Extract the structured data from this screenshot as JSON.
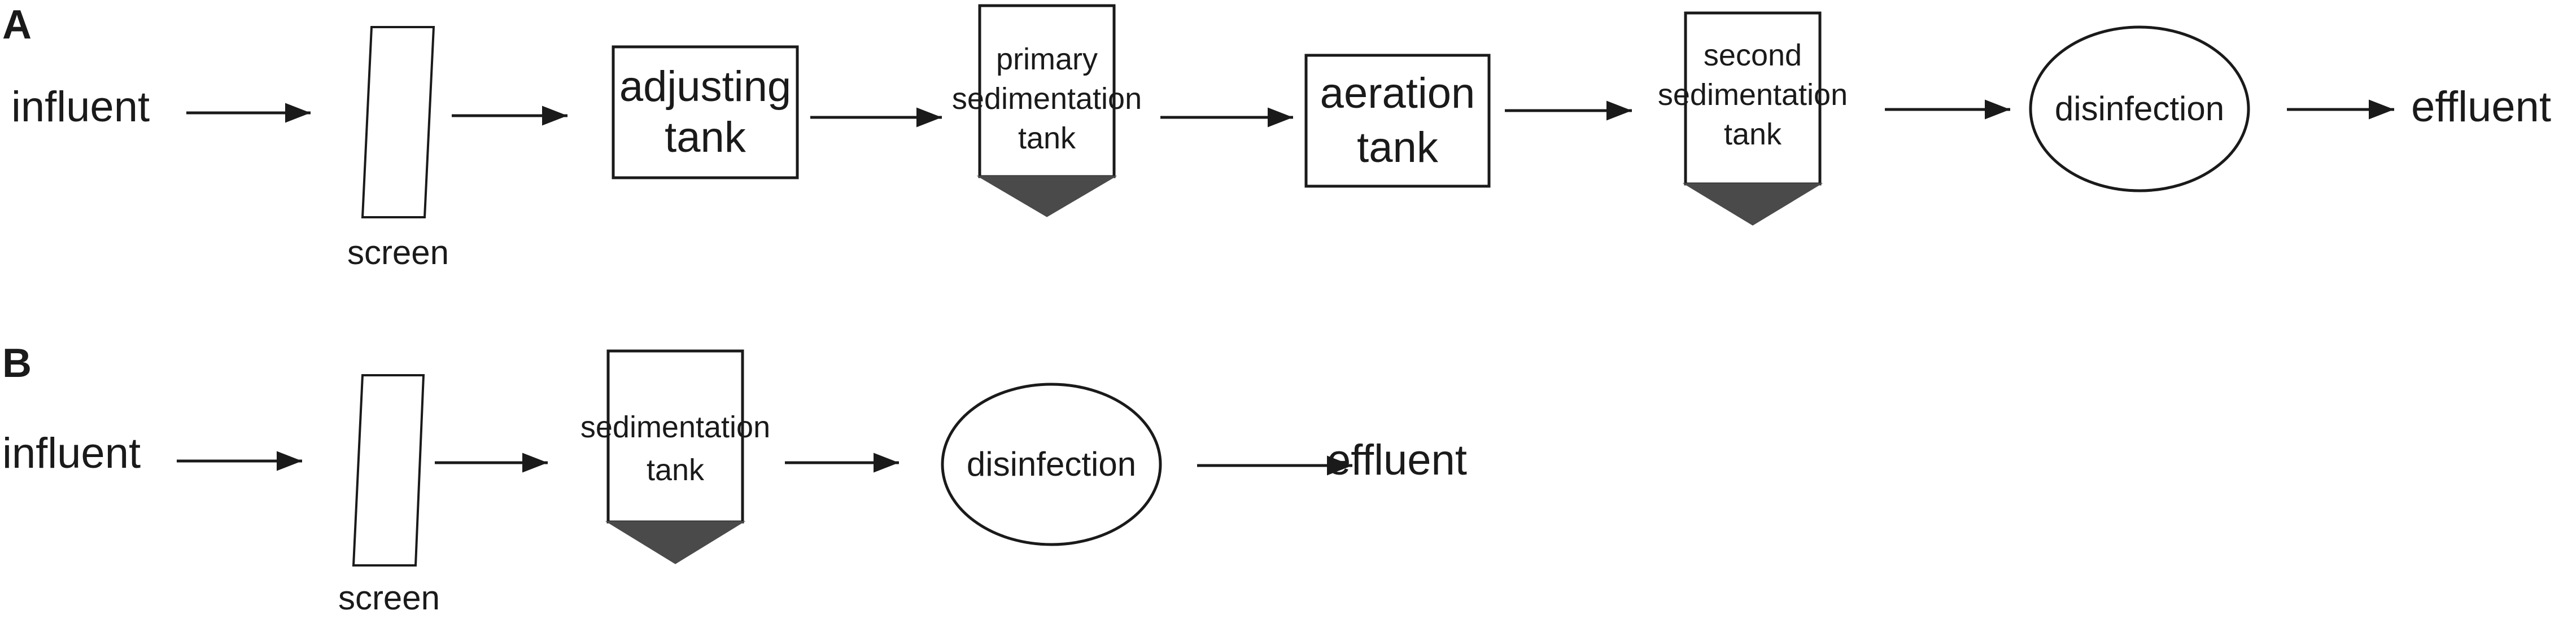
{
  "panels": {
    "a": {
      "letter": "A",
      "influent": "influent",
      "screen": "screen",
      "adjusting_tank": [
        "adjusting",
        "tank"
      ],
      "primary_sedimentation_tank": [
        "primary",
        "sedimentation",
        "tank"
      ],
      "aeration_tank": [
        "aeration",
        "tank"
      ],
      "second_sedimentation_tank": [
        "second",
        "sedimentation",
        "tank"
      ],
      "disinfection": "disinfection",
      "effluent": "effluent"
    },
    "b": {
      "letter": "B",
      "influent": "influent",
      "screen": "screen",
      "sedimentation_tank": [
        "sedimentation",
        "tank"
      ],
      "disinfection": "disinfection",
      "effluent": "effluent"
    }
  },
  "colors": {
    "stroke": "#1a1a1a",
    "hopper_fill": "#4a4a4a",
    "background": "#ffffff"
  }
}
